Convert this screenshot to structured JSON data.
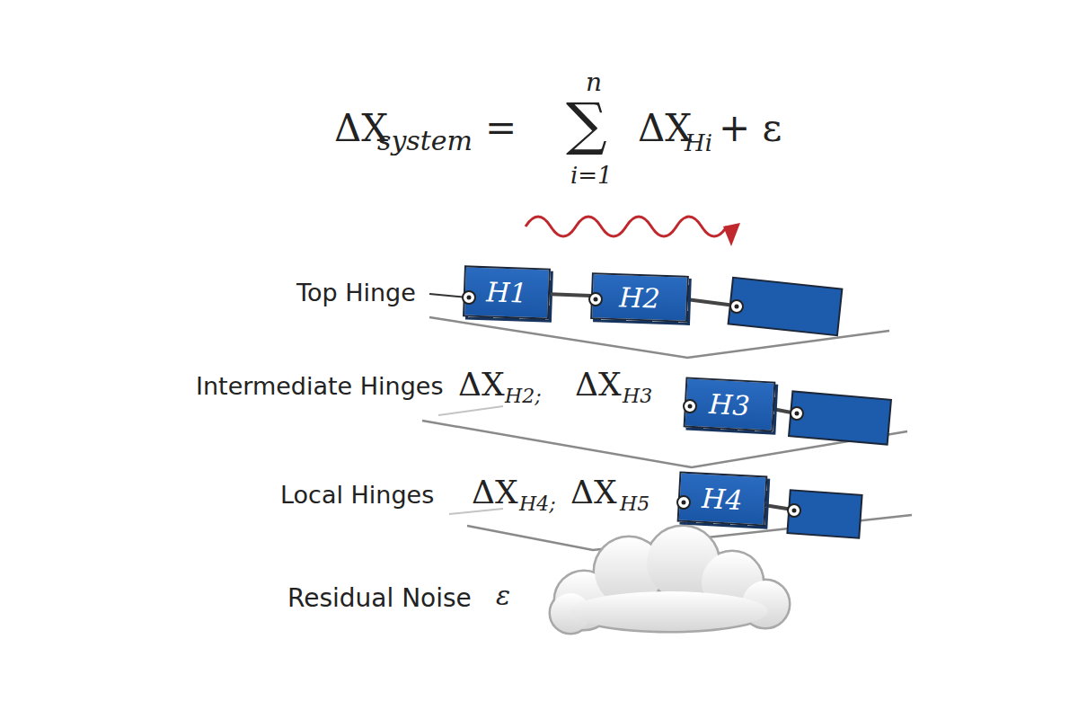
{
  "diagram": {
    "nodes": [
      {
        "text": [
          "H1"
        ]
      },
      {
        "text": [
          "H2"
        ]
      },
      {
        "text": [
          "H3"
        ]
      },
      {
        "text": [
          "H4"
        ]
      }
    ],
    "edges": [
      {
        "from": 0,
        "to": 1,
        "arrow": "none"
      }
    ],
    "labels": [
      "ΔX",
      "system",
      "=",
      "∑",
      "n",
      "i=1",
      "ΔX",
      "Hi",
      "+ ε",
      "Top Hinge",
      "Intermediate Hinges",
      "ΔX",
      "H2;",
      "ΔX",
      "H3",
      "Local Hinges",
      "ΔX",
      "H4;",
      "ΔX",
      "H5",
      "Residual Noise",
      "ε"
    ]
  }
}
